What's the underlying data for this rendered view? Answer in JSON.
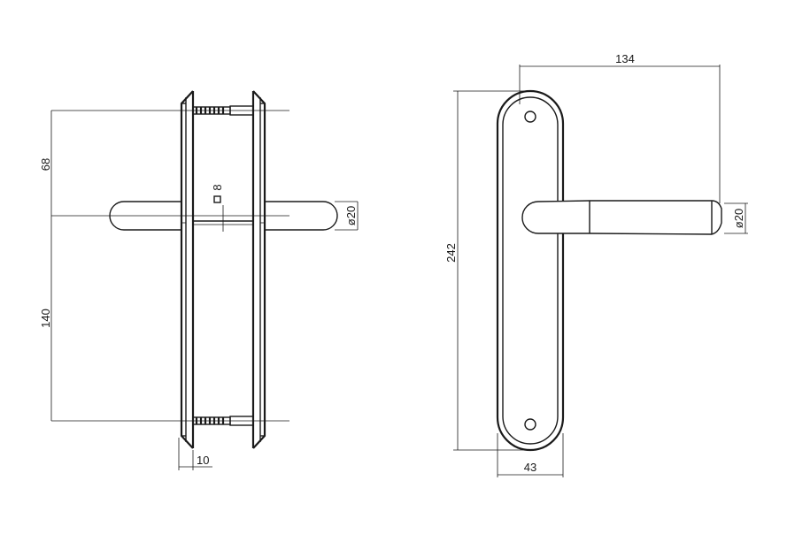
{
  "side_view": {
    "dim_upper": "68",
    "dim_lower": "140",
    "dim_spindle": "8",
    "dim_handle_dia": "ø20",
    "dim_plate_thickness": "10"
  },
  "front_view": {
    "dim_length": "134",
    "dim_height": "242",
    "dim_width": "43",
    "dim_handle_dia": "ø20"
  }
}
